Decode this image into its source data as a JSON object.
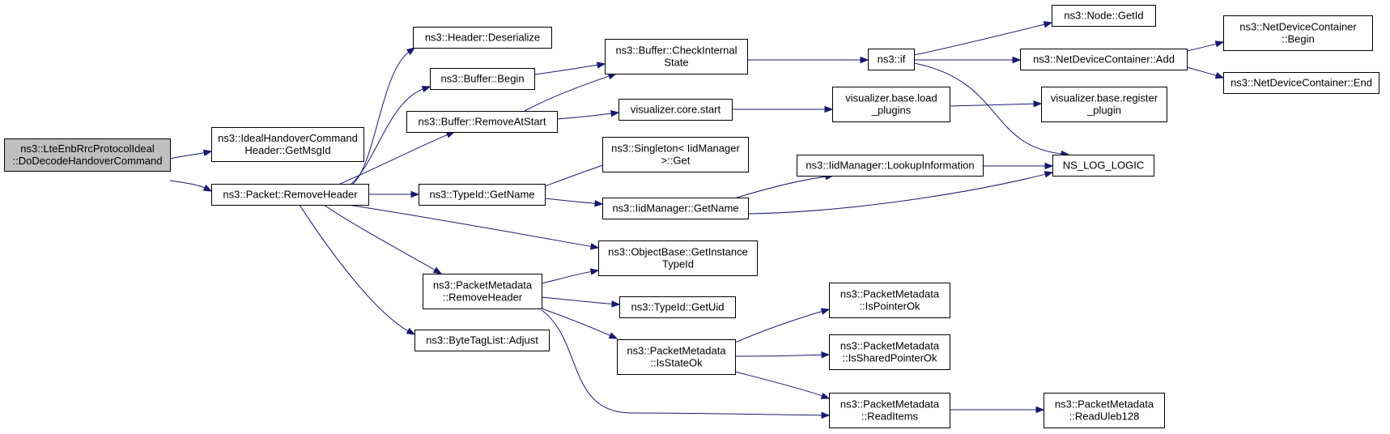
{
  "diagram": {
    "type": "call-graph",
    "edge_color": "#191970",
    "root_fill": "#bfbfbf",
    "node_fill": "#ffffff",
    "nodes": [
      {
        "id": "root",
        "lines": [
          "ns3::LteEnbRrcProtocolIdeal",
          "::DoDecodeHandoverCommand"
        ]
      },
      {
        "id": "ideal",
        "lines": [
          "ns3::IdealHandoverCommand",
          "Header::GetMsgId"
        ]
      },
      {
        "id": "remhdr",
        "lines": [
          "ns3::Packet::RemoveHeader"
        ]
      },
      {
        "id": "hdrdes",
        "lines": [
          "ns3::Header::Deserialize"
        ]
      },
      {
        "id": "bufbegin",
        "lines": [
          "ns3::Buffer::Begin"
        ]
      },
      {
        "id": "bufrem",
        "lines": [
          "ns3::Buffer::RemoveAtStart"
        ]
      },
      {
        "id": "typename",
        "lines": [
          "ns3::TypeId::GetName"
        ]
      },
      {
        "id": "pmrem",
        "lines": [
          "ns3::PacketMetadata",
          "::RemoveHeader"
        ]
      },
      {
        "id": "btl",
        "lines": [
          "ns3::ByteTagList::Adjust"
        ]
      },
      {
        "id": "bufcheck",
        "lines": [
          "ns3::Buffer::CheckInternal",
          "State"
        ]
      },
      {
        "id": "viscore",
        "lines": [
          "visualizer.core.start"
        ]
      },
      {
        "id": "singleton",
        "lines": [
          "ns3::Singleton< IidManager",
          ">::Get"
        ]
      },
      {
        "id": "iidname",
        "lines": [
          "ns3::IidManager::GetName"
        ]
      },
      {
        "id": "objbase",
        "lines": [
          "ns3::ObjectBase::GetInstance",
          "TypeId"
        ]
      },
      {
        "id": "getuid",
        "lines": [
          "ns3::TypeId::GetUid"
        ]
      },
      {
        "id": "pmstate",
        "lines": [
          "ns3::PacketMetadata",
          "::IsStateOk"
        ]
      },
      {
        "id": "nsif",
        "lines": [
          "ns3::if"
        ]
      },
      {
        "id": "visload",
        "lines": [
          "visualizer.base.load",
          "_plugins"
        ]
      },
      {
        "id": "iidlookup",
        "lines": [
          "ns3::IidManager::LookupInformation"
        ]
      },
      {
        "id": "pmptr",
        "lines": [
          "ns3::PacketMetadata",
          "::IsPointerOk"
        ]
      },
      {
        "id": "pmshared",
        "lines": [
          "ns3::PacketMetadata",
          "::IsSharedPointerOk"
        ]
      },
      {
        "id": "pmread",
        "lines": [
          "ns3::PacketMetadata",
          "::ReadItems"
        ]
      },
      {
        "id": "nodeid",
        "lines": [
          "ns3::Node::GetId"
        ]
      },
      {
        "id": "ndcadd",
        "lines": [
          "ns3::NetDeviceContainer::Add"
        ]
      },
      {
        "id": "visreg",
        "lines": [
          "visualizer.base.register",
          "_plugin"
        ]
      },
      {
        "id": "nslog",
        "lines": [
          "NS_LOG_LOGIC"
        ]
      },
      {
        "id": "pmuleb",
        "lines": [
          "ns3::PacketMetadata",
          "::ReadUleb128"
        ]
      },
      {
        "id": "ndcbegin",
        "lines": [
          "ns3::NetDeviceContainer",
          "::Begin"
        ]
      },
      {
        "id": "ndcend",
        "lines": [
          "ns3::NetDeviceContainer::End"
        ]
      }
    ],
    "edges": [
      {
        "from": "root",
        "to": "ideal"
      },
      {
        "from": "root",
        "to": "remhdr"
      },
      {
        "from": "remhdr",
        "to": "hdrdes"
      },
      {
        "from": "remhdr",
        "to": "bufbegin"
      },
      {
        "from": "remhdr",
        "to": "bufrem"
      },
      {
        "from": "remhdr",
        "to": "typename"
      },
      {
        "from": "remhdr",
        "to": "objbase"
      },
      {
        "from": "remhdr",
        "to": "pmrem"
      },
      {
        "from": "remhdr",
        "to": "btl"
      },
      {
        "from": "bufbegin",
        "to": "bufcheck"
      },
      {
        "from": "bufrem",
        "to": "bufcheck"
      },
      {
        "from": "bufrem",
        "to": "viscore"
      },
      {
        "from": "bufcheck",
        "to": "nsif"
      },
      {
        "from": "viscore",
        "to": "visload"
      },
      {
        "from": "visload",
        "to": "visreg"
      },
      {
        "from": "nsif",
        "to": "nodeid"
      },
      {
        "from": "nsif",
        "to": "ndcadd"
      },
      {
        "from": "nsif",
        "to": "nslog"
      },
      {
        "from": "ndcadd",
        "to": "ndcbegin"
      },
      {
        "from": "ndcadd",
        "to": "ndcend"
      },
      {
        "from": "typename",
        "to": "singleton"
      },
      {
        "from": "typename",
        "to": "iidname"
      },
      {
        "from": "iidname",
        "to": "iidlookup"
      },
      {
        "from": "iidname",
        "to": "nslog"
      },
      {
        "from": "iidlookup",
        "to": "nslog"
      },
      {
        "from": "pmrem",
        "to": "objbase"
      },
      {
        "from": "pmrem",
        "to": "getuid"
      },
      {
        "from": "pmrem",
        "to": "pmstate"
      },
      {
        "from": "pmrem",
        "to": "pmread"
      },
      {
        "from": "pmstate",
        "to": "pmptr"
      },
      {
        "from": "pmstate",
        "to": "pmshared"
      },
      {
        "from": "pmstate",
        "to": "pmread"
      },
      {
        "from": "pmread",
        "to": "pmuleb"
      }
    ]
  }
}
